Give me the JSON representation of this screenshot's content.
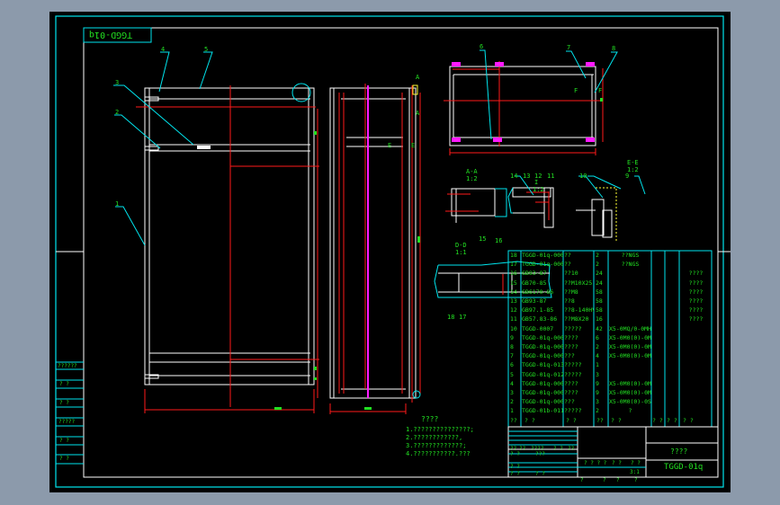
{
  "drawing": {
    "number_stamp": "TGGD-01q",
    "title_block_name": "????",
    "title_block_number": "TGGD-01q",
    "colors": {
      "background": "#000000",
      "outer_frame": "#00e5ee",
      "inner_frame": "#ffffff",
      "text": "#22e022",
      "dimension": "#ff1a1a",
      "centerline": "#ff1aff",
      "hatch": "#ffff33"
    }
  },
  "balloons": {
    "main_view": [
      "1",
      "2",
      "3",
      "4",
      "5"
    ],
    "top_view": [
      "6",
      "7",
      "8"
    ],
    "details": [
      "9",
      "10",
      "11",
      "12",
      "13",
      "14",
      "15",
      "16",
      "17",
      "18"
    ]
  },
  "section_labels": {
    "aa": {
      "name": "A-A",
      "scale": "1:2"
    },
    "i": {
      "name": "I",
      "scale": "1:2"
    },
    "ee": {
      "name": "E-E",
      "scale": "1:2"
    },
    "dd": {
      "name": "D-D",
      "scale": "1:1"
    },
    "markers": [
      "A",
      "A",
      "E",
      "E",
      "F",
      "F"
    ]
  },
  "notes": {
    "title": "????",
    "lines": [
      "1.???????????????;",
      "2.????????????,",
      "3.?????????????;",
      "4.???????????.???"
    ]
  },
  "left_stamp": {
    "rows": [
      "??????",
      "?  ?",
      "?  ?",
      "?????",
      "?  ?",
      "?  ?"
    ]
  },
  "bom": {
    "rows": [
      {
        "no": "18",
        "code": "TGGD-01q-0007",
        "name": "??",
        "qty": "2",
        "mat": "??NGS",
        "note": ""
      },
      {
        "no": "17",
        "code": "TGGD-01q-0006",
        "name": "??",
        "qty": "2",
        "mat": "??NGS",
        "note": ""
      },
      {
        "no": "16",
        "code": "GB93-87",
        "name": "??10",
        "qty": "24",
        "mat": "",
        "note": "????"
      },
      {
        "no": "15",
        "code": "GB70-85",
        "name": "??M10X25",
        "qty": "24",
        "mat": "",
        "note": "????"
      },
      {
        "no": "14",
        "code": "GB6170-86",
        "name": "??M8",
        "qty": "58",
        "mat": "",
        "note": "????"
      },
      {
        "no": "13",
        "code": "GB93-87",
        "name": "??8",
        "qty": "58",
        "mat": "",
        "note": "????"
      },
      {
        "no": "12",
        "code": "GB97.1-85",
        "name": "??8-140HV",
        "qty": "58",
        "mat": "",
        "note": "????"
      },
      {
        "no": "11",
        "code": "GB57.83-86",
        "name": "??M8X20",
        "qty": "16",
        "mat": "",
        "note": "????"
      },
      {
        "no": "10",
        "code": "TGGD-0007",
        "name": "?????",
        "qty": "42",
        "mat": "X5-0MQ/0-0MH",
        "note": ""
      },
      {
        "no": "9",
        "code": "TGGD-01q-0006",
        "name": "????",
        "qty": "6",
        "mat": "X5-0M0(0)-0M",
        "note": ""
      },
      {
        "no": "8",
        "code": "TGGD-01q-0005",
        "name": "????",
        "qty": "2",
        "mat": "X5-0M0(0)-0M",
        "note": ""
      },
      {
        "no": "7",
        "code": "TGGD-01q-0004",
        "name": "???",
        "qty": "4",
        "mat": "X5-0M0(0)-0M",
        "note": ""
      },
      {
        "no": "6",
        "code": "TGGD-01q-013",
        "name": "?????",
        "qty": "1",
        "mat": "",
        "note": ""
      },
      {
        "no": "5",
        "code": "TGGD-01q-012",
        "name": "?????",
        "qty": "3",
        "mat": "",
        "note": ""
      },
      {
        "no": "4",
        "code": "TGGD-01q-0003",
        "name": "????",
        "qty": "9",
        "mat": "X5-0M0(0)-0M",
        "note": ""
      },
      {
        "no": "3",
        "code": "TGGD-01q-0002",
        "name": "????",
        "qty": "9",
        "mat": "X5-0M0(0)-0M",
        "note": ""
      },
      {
        "no": "2",
        "code": "TGGD-01q-0001",
        "name": "???",
        "qty": "3",
        "mat": "X5-0M0(0)-0SM",
        "note": ""
      },
      {
        "no": "1",
        "code": "TGGD-01b-011",
        "name": "?????",
        "qty": "2",
        "mat": "?",
        "note": ""
      }
    ],
    "header": {
      "no": "??",
      "code": "?    ?",
      "name": "?    ?",
      "qty": "??",
      "mat": "?       ?",
      "w1": "? ?",
      "w2": "? ?",
      "note": "?    ?"
    }
  },
  "title_block": {
    "cells": [
      "??",
      "??",
      "????",
      "? ?",
      "??",
      "? ?",
      "???",
      "? ?",
      "? ?",
      "? ?",
      "? ? ? ?",
      "? ?",
      "? ?",
      "3:1",
      "?",
      "?",
      "?",
      "?"
    ]
  }
}
